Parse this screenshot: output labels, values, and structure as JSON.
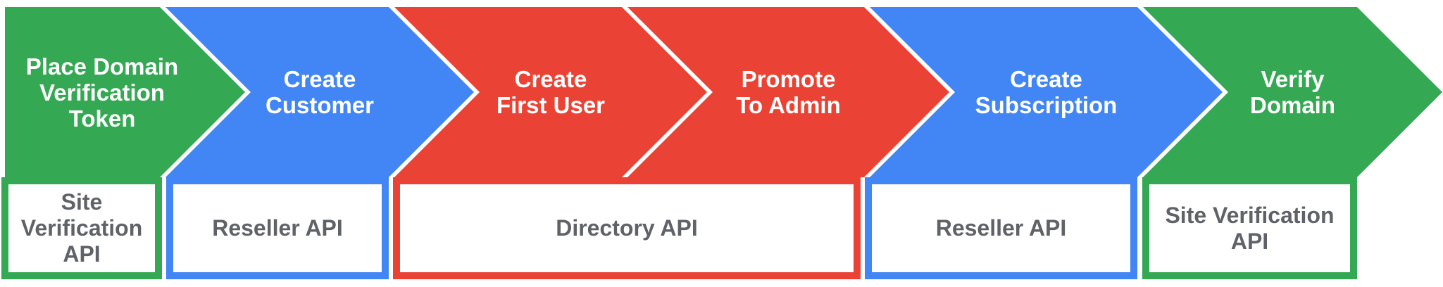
{
  "flow": {
    "steps": [
      {
        "label_lines": [
          "Place Domain",
          "Verification",
          "Token"
        ],
        "color": "#34A853"
      },
      {
        "label_lines": [
          "Create",
          "Customer"
        ],
        "color": "#4285F4"
      },
      {
        "label_lines": [
          "Create",
          "First User"
        ],
        "color": "#EA4335"
      },
      {
        "label_lines": [
          "Promote",
          "To Admin"
        ],
        "color": "#EA4335"
      },
      {
        "label_lines": [
          "Create",
          "Subscription"
        ],
        "color": "#4285F4"
      },
      {
        "label_lines": [
          "Verify",
          "Domain"
        ],
        "color": "#34A853"
      }
    ],
    "api_boxes": [
      {
        "label_lines": [
          "Site",
          "Verification",
          "API"
        ],
        "color": "#34A853"
      },
      {
        "label_lines": [
          "Reseller API"
        ],
        "color": "#4285F4"
      },
      {
        "label_lines": [
          "Directory API"
        ],
        "color": "#EA4335"
      },
      {
        "label_lines": [
          "Reseller API"
        ],
        "color": "#4285F4"
      },
      {
        "label_lines": [
          "Site Verification",
          "API"
        ],
        "color": "#34A853"
      }
    ]
  },
  "colors": {
    "green": "#34A853",
    "blue": "#4285F4",
    "red": "#EA4335",
    "step_text": "#FFFFFF",
    "api_text": "#5F6368",
    "background": "#FFFFFF"
  }
}
